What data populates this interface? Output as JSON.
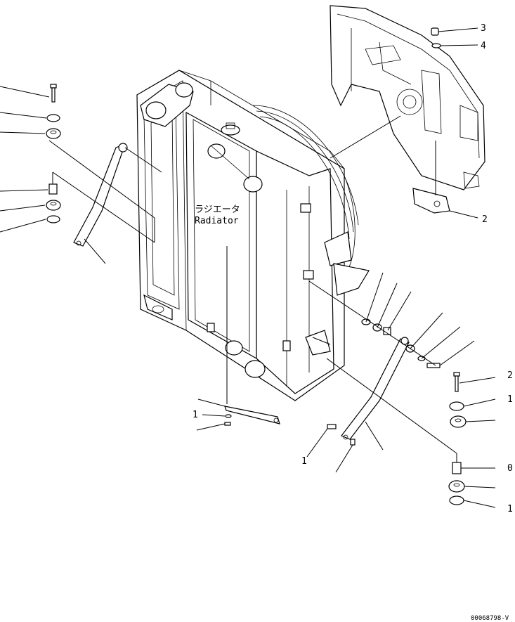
{
  "labels": {
    "radiator_jp": "ラジエータ",
    "radiator_en": "Radiator",
    "drawing_code": "00068798-V"
  },
  "callouts": {
    "c_top_3": "3",
    "c_top_4": "4",
    "c_right_2": "2",
    "c_r_2b": "2",
    "c_r_1a": "1",
    "c_r_0": "0",
    "c_r_1b": "1",
    "c_bottom_1": "1",
    "c_bl_1": "1"
  }
}
